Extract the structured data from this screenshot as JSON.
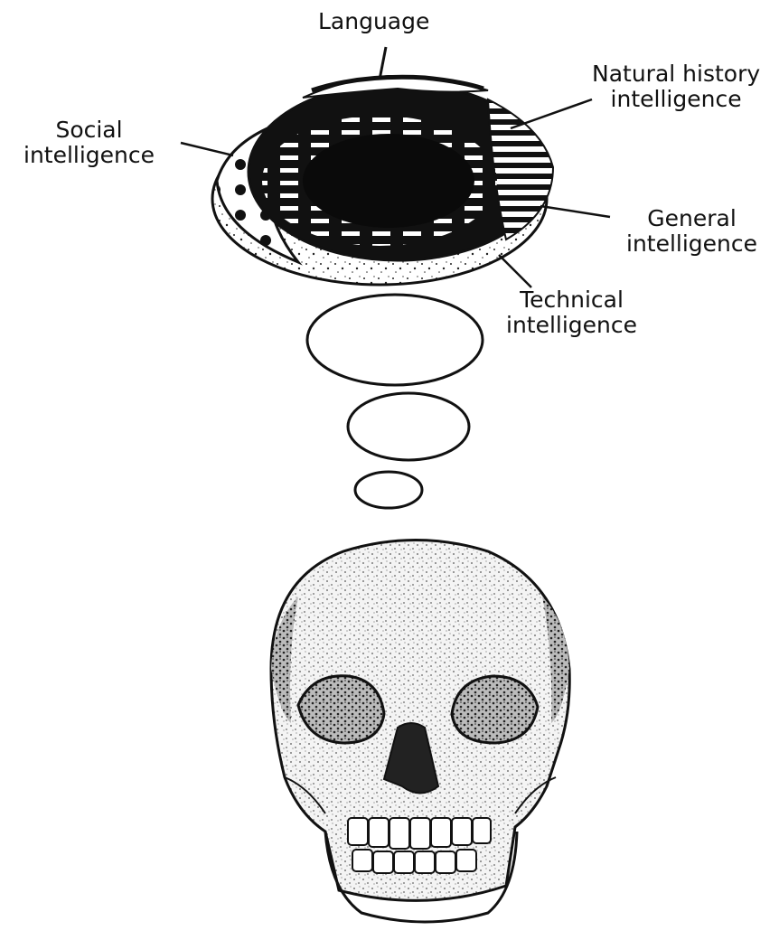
{
  "labels": {
    "language": "Language",
    "natural_history": [
      "Natural history",
      "intelligence"
    ],
    "social": [
      "Social",
      "intelligence"
    ],
    "general": [
      "General",
      "intelligence"
    ],
    "technical": [
      "Technical",
      "intelligence"
    ]
  },
  "icons": {
    "mind_domains": "cathedral-mind-icon",
    "thought_bubbles": "thought-bubble-icon",
    "skull": "skull-icon"
  },
  "colors": {
    "ink": "#111111",
    "paper": "#ffffff"
  }
}
